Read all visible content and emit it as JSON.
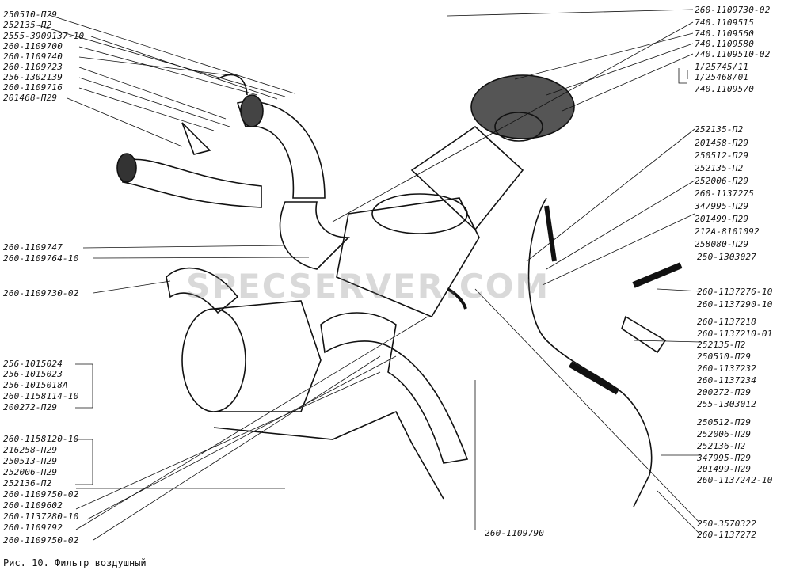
{
  "caption": "Рис. 10. Фильтр воздушный",
  "watermark": "SPECSERVER.COM",
  "labels_left_top": [
    "250510-П29",
    "252135-П2",
    "2555-3909137-10",
    "260-1109700",
    "260-1109740",
    "260-1109723",
    "256-1302139",
    "260-1109716",
    "201468-П29"
  ],
  "labels_left_mid": [
    "260-1109747",
    "260-1109764-10",
    "260-1109730-02"
  ],
  "labels_left_group1": [
    "256-1015024",
    "256-1015023",
    "256-1015018А",
    "260-1158114-10",
    "200272-П29"
  ],
  "labels_left_group2": [
    "260-1158120-10",
    "216258-П29",
    "250513-П29",
    "252006-П29",
    "252136-П2"
  ],
  "labels_left_bottom": [
    "260-1109750-02",
    "260-1109602",
    "260-1137280-10",
    "260-1109792",
    "260-1109750-02"
  ],
  "label_bottom_center": "260-1109790",
  "labels_right_top": [
    "260-1109730-02",
    "740.1109515",
    "740.1109560",
    "740.1109580",
    "740.1109510-02",
    "1/25745/11",
    "1/25468/01",
    "740.1109570"
  ],
  "labels_right_upper": [
    "252135-П2",
    "201458-П29",
    "250512-П29",
    "252135-П2",
    "252006-П29",
    "260-1137275",
    "347995-П29",
    "201499-П29",
    "212А-8101092",
    "258080-П29",
    "250-1303027"
  ],
  "labels_right_lower": [
    "260-1137276-10",
    "260-1137290-10",
    "260-1137218",
    "260-1137210-01",
    "252135-П2",
    "250510-П29",
    "260-1137232",
    "260-1137234",
    "200272-П29",
    "255-1303012"
  ],
  "labels_right_bottom": [
    "250512-П29",
    "252006-П29",
    "252136-П2",
    "347995-П29",
    "201499-П29",
    "260-1137242-10"
  ],
  "labels_right_foot": [
    "250-3570322",
    "260-1137272"
  ]
}
